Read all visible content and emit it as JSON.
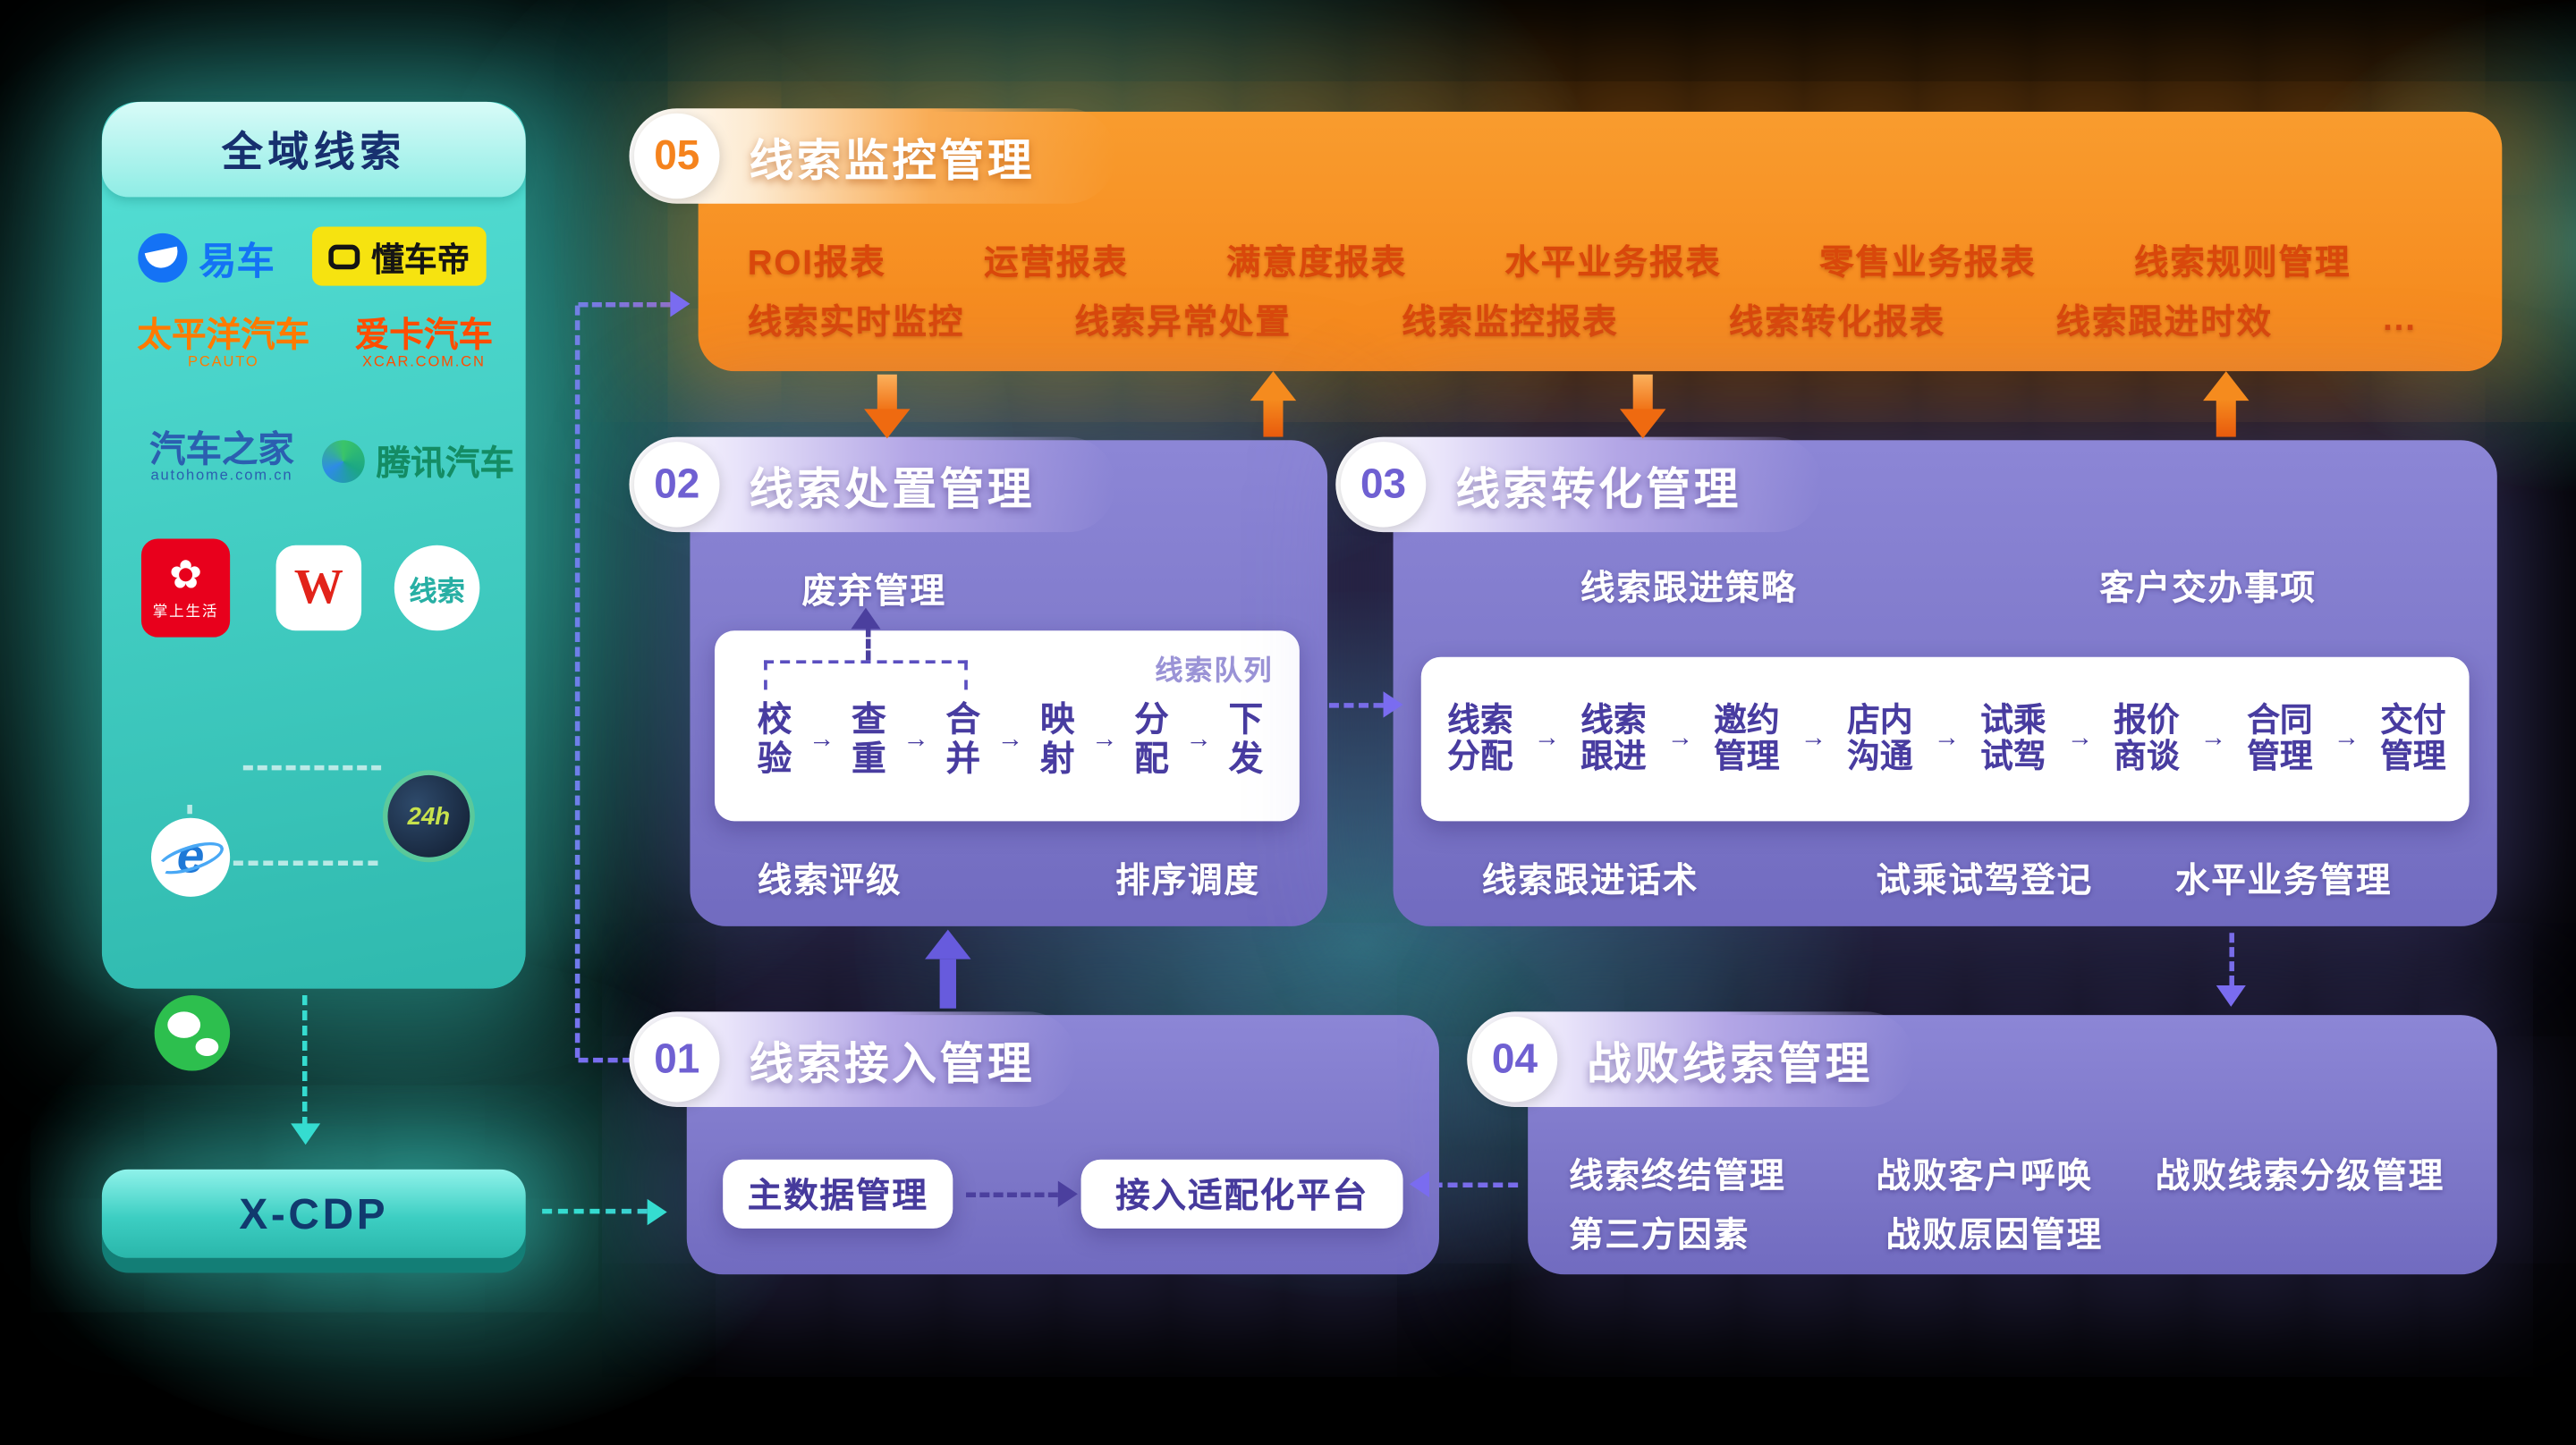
{
  "sources": {
    "title": "全域线索",
    "yiche": "易车",
    "dongchedi": "懂车帝",
    "pcauto": "太平洋汽车",
    "pcauto_sub": "PCAUTO",
    "xcar": "爱卡汽车",
    "xcar_sub": "XCAR.COM.CN",
    "autohome": "汽车之家",
    "autohome_sub": "autohome.com.cn",
    "tencent": "腾讯汽车",
    "zhangshang": "掌上生活",
    "w_label": "W",
    "xiansuo": "线索",
    "ie_label": "e",
    "h24_label": "24h"
  },
  "xcdp_label": "X-CDP",
  "p05": {
    "number": "05",
    "title": "线索监控管理",
    "row1": [
      "ROI报表",
      "运营报表",
      "满意度报表",
      "水平业务报表",
      "零售业务报表",
      "线索规则管理"
    ],
    "row2": [
      "线索实时监控",
      "线索异常处置",
      "线索监控报表",
      "线索转化报表",
      "线索跟进时效",
      "..."
    ]
  },
  "p02": {
    "number": "02",
    "title": "线索处置管理",
    "discard_label": "废弃管理",
    "queue_label": "线索队列",
    "steps": [
      "校验",
      "查重",
      "合并",
      "映射",
      "分配",
      "下发"
    ],
    "bottom": [
      "线索评级",
      "排序调度"
    ]
  },
  "p03": {
    "number": "03",
    "title": "线索转化管理",
    "top": [
      "线索跟进策略",
      "客户交办事项"
    ],
    "steps": [
      "线索分配",
      "线索跟进",
      "邀约管理",
      "店内沟通",
      "试乘试驾",
      "报价商谈",
      "合同管理",
      "交付管理"
    ],
    "bottom": [
      "线索跟进话术",
      "试乘试驾登记",
      "水平业务管理"
    ]
  },
  "p01": {
    "number": "01",
    "title": "线索接入管理",
    "box1": "主数据管理",
    "box2": "接入适配化平台"
  },
  "p04": {
    "number": "04",
    "title": "战败线索管理",
    "row1": [
      "线索终结管理",
      "战败客户呼唤",
      "战败线索分级管理"
    ],
    "row2": [
      "第三方因素",
      "战败原因管理"
    ]
  },
  "colors": {
    "teal_accent": "#38D6C9",
    "orange_panel": "#F78E1E",
    "purple_panel": "#7F79C8",
    "deep_purple_text": "#4B3F9E",
    "orange_item_text": "#D9480B"
  }
}
